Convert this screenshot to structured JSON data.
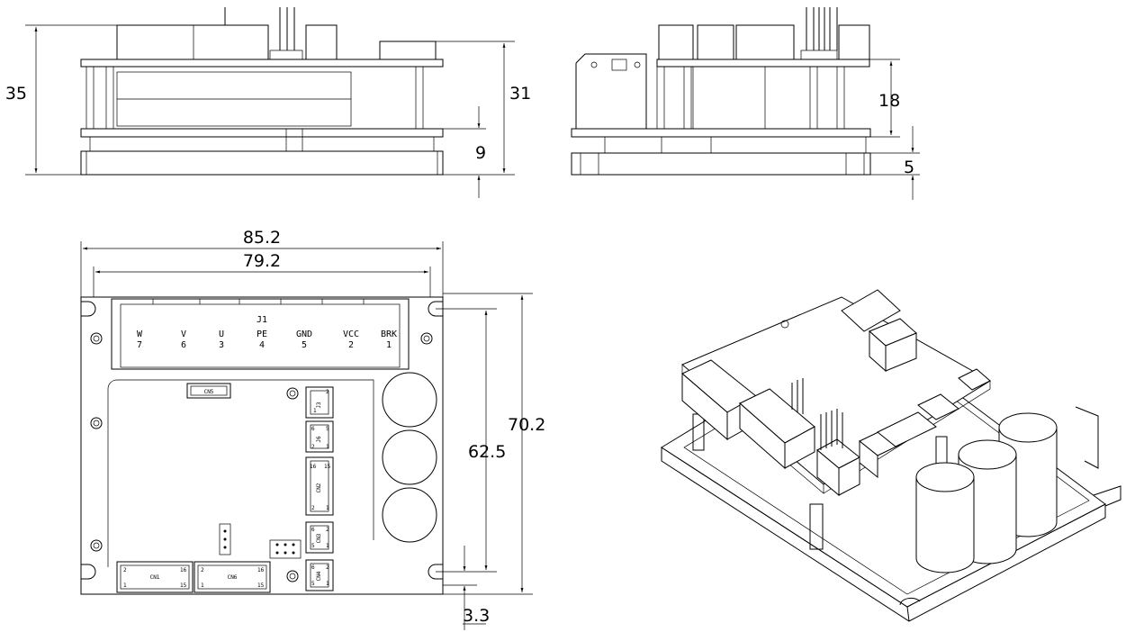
{
  "dimensions": {
    "height_total": "35",
    "height_upper": "31",
    "base_offset": "9",
    "pcb_height": "18",
    "base_thickness": "5",
    "width_outer": "85.2",
    "width_inner": "79.2",
    "depth_outer": "70.2",
    "depth_inner": "62.5",
    "hole_offset": "3.3"
  },
  "j1": {
    "title": "J1",
    "pins": [
      {
        "name": "W",
        "num": "7"
      },
      {
        "name": "V",
        "num": "6"
      },
      {
        "name": "U",
        "num": "3"
      },
      {
        "name": "PE",
        "num": "4"
      },
      {
        "name": "GND",
        "num": "5"
      },
      {
        "name": "VCC",
        "num": "2"
      },
      {
        "name": "BRK",
        "num": "1"
      }
    ]
  },
  "connectors": {
    "cn5": "CN5",
    "cn1": "CN1",
    "cn6": "CN6",
    "cn2": "CN2",
    "cn3": "CN3",
    "cn4": "CN4",
    "j3": "J3",
    "j6": "J6"
  },
  "pin_marks": {
    "cn1_left_top": "2",
    "cn1_left_bot": "1",
    "cn1_right_top": "16",
    "cn1_right_bot": "15",
    "cn6_left_top": "2",
    "cn6_left_bot": "1",
    "cn6_right_top": "16",
    "cn6_right_bot": "15",
    "j3_a": "2",
    "j3_b": "1",
    "j6_a": "6",
    "j6_b": "5",
    "j6_c": "2",
    "j6_d": "1",
    "cn2_a": "16",
    "cn2_b": "15",
    "cn2_c": "2",
    "cn2_d": "1",
    "cn3_a": "6",
    "cn3_b": "5",
    "cn3_c": "2",
    "cn3_d": "1",
    "cn4_a": "6",
    "cn4_b": "5",
    "cn4_c": "2",
    "cn4_d": "1"
  }
}
